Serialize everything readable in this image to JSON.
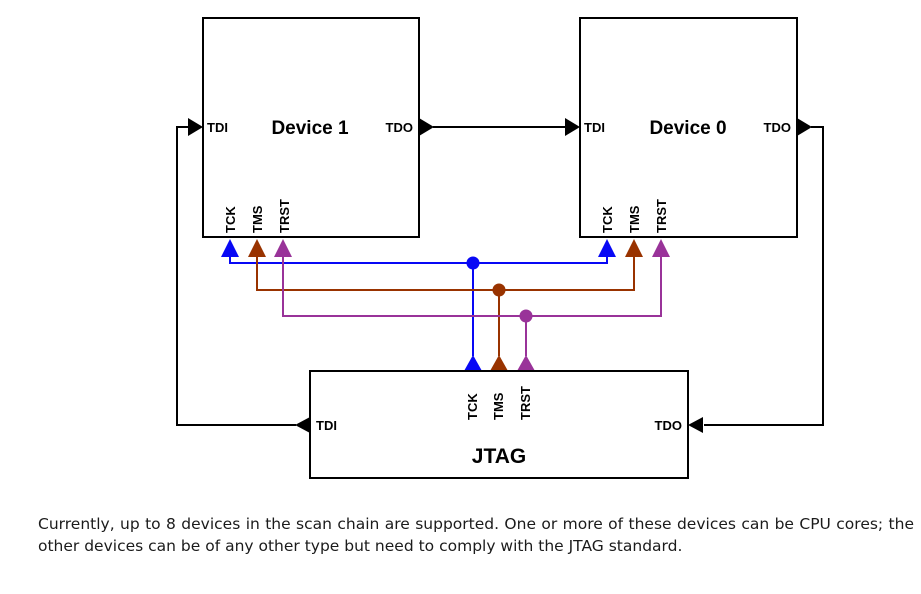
{
  "diagram": {
    "device1": {
      "title": "Device 1",
      "tdi_label": "TDI",
      "tdo_label": "TDO",
      "tck_label": "TCK",
      "tms_label": "TMS",
      "trst_label": "TRST"
    },
    "device0": {
      "title": "Device 0",
      "tdi_label": "TDI",
      "tdo_label": "TDO",
      "tck_label": "TCK",
      "tms_label": "TMS",
      "trst_label": "TRST"
    },
    "jtag": {
      "title": "JTAG",
      "tdi_label": "TDI",
      "tdo_label": "TDO",
      "tck_label": "TCK",
      "tms_label": "TMS",
      "trst_label": "TRST"
    },
    "signals": [
      {
        "name": "TCK",
        "color": "#0808f5"
      },
      {
        "name": "TMS",
        "color": "#993300"
      },
      {
        "name": "TRST",
        "color": "#993399"
      }
    ],
    "data_line_color": "#000000",
    "box_border_color": "#000000"
  },
  "caption": {
    "text": "Currently, up to 8 devices in the scan chain are supported. One or more of these devices can be CPU cores; the other devices can be of any other type but need to comply with the JTAG standard."
  }
}
